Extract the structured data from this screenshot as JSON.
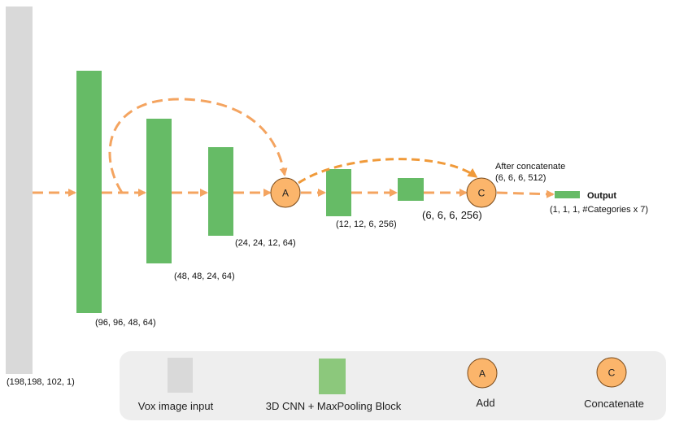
{
  "colors": {
    "input_bar": "#d9d9d9",
    "cnn_block": "#66bb66",
    "arrow": "#f4a460",
    "node_fill": "#fbb56b",
    "node_stroke": "#7a4a1a",
    "legend_bg": "#eeeeee",
    "legend_cnn": "#8cc87c"
  },
  "labels": {
    "input_dim": "(198,198, 102, 1)",
    "block1_dim": "(96, 96, 48, 64)",
    "block2_dim": "(48, 48, 24, 64)",
    "block3_dim": "(24, 24, 12, 64)",
    "block4_dim": "(12, 12, 6, 256)",
    "block5_dim": "(6, 6, 6, 256)",
    "after_concat": "After concatenate",
    "concat_dim": "(6, 6, 6, 512)",
    "output": "Output",
    "output_dim": "(1, 1, 1, #Categories x 7)"
  },
  "nodes": {
    "add_letter": "A",
    "concat_letter": "C"
  },
  "legend": {
    "vox_input": "Vox image input",
    "cnn_block": "3D CNN + MaxPooling Block",
    "add_letter": "A",
    "add": "Add",
    "concat_letter": "C",
    "concatenate": "Concatenate"
  }
}
